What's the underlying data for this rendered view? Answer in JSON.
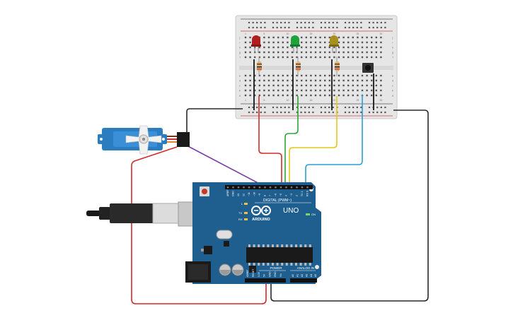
{
  "arduino": {
    "brand": "ARDUINO",
    "model": "UNO",
    "digital_header": "DIGITAL (PWM~)",
    "analog_header": "ANALOG IN",
    "power_header": "POWER",
    "led_on": "ON",
    "led_l": "L",
    "led_tx": "TX",
    "led_rx": "RX",
    "digital_pins": [
      "AREF",
      "GND",
      "13",
      "12",
      "~11",
      "~10",
      "~9",
      "8",
      "7",
      "~6",
      "~5",
      "4",
      "~3",
      "2",
      "TX 1",
      "RX 0"
    ],
    "power_pins": [
      "IOREF",
      "RESET",
      "3.3V",
      "5V",
      "GND",
      "GND",
      "Vin"
    ],
    "analog_pins": [
      "A0",
      "A1",
      "A2",
      "A3",
      "A4",
      "A5"
    ]
  },
  "breadboard": {
    "column_numbers": [
      "1",
      "5",
      "10",
      "15",
      "20",
      "25",
      "30"
    ],
    "row_letters_top": [
      "j",
      "i",
      "h",
      "g",
      "f"
    ],
    "row_letters_bottom": [
      "e",
      "d",
      "c",
      "b",
      "a"
    ]
  },
  "colors": {
    "board": "#1f5f8f",
    "wire_red": "#d22b2b",
    "wire_green": "#2ea53a",
    "wire_yellow": "#e8c61a",
    "wire_blue": "#2a9fd6",
    "wire_purple": "#7a3fa6",
    "wire_black": "#2a2a2a",
    "led_red": "#b01e1e",
    "led_green": "#1ea33a",
    "led_yellow": "#a8901f",
    "servo": "#2b7dc1"
  }
}
